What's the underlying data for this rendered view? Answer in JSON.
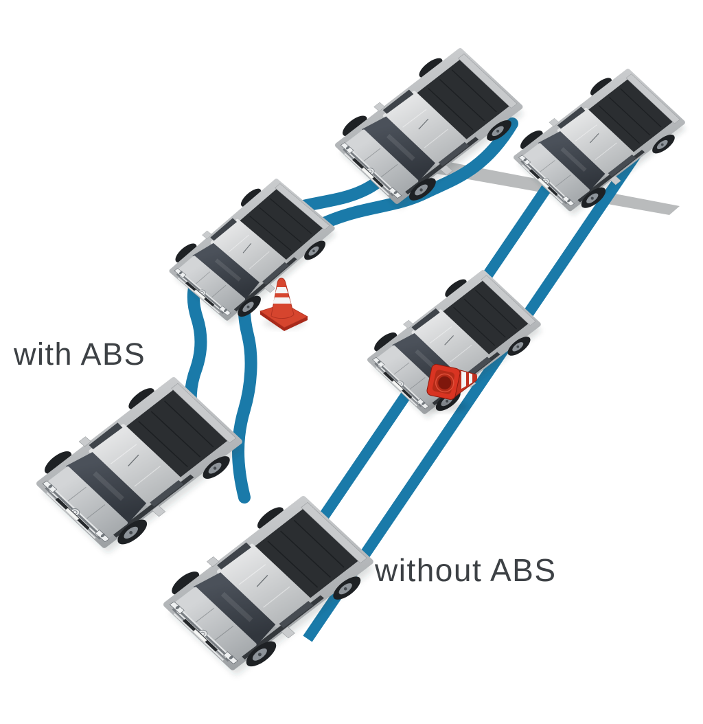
{
  "page": {
    "background": "#ffffff"
  },
  "diagram": {
    "type": "illustration",
    "labels": {
      "with_abs": "with ABS",
      "without_abs": "without ABS"
    },
    "colors": {
      "background": "#ffffff",
      "track": "#1a7aa9",
      "road": "#b9bbbc",
      "label_text": "#3d4145",
      "cone_body": "#d6452e",
      "cone_dark": "#a8291a",
      "cone_stripe": "#f4f5f5"
    },
    "scene": {
      "trucks": [
        {
          "id": "with-abs-braking",
          "scenario": "with ABS",
          "position": "top-center"
        },
        {
          "id": "without-abs-braking",
          "scenario": "without ABS",
          "position": "top-right"
        },
        {
          "id": "with-abs-steering",
          "scenario": "with ABS",
          "position": "middle-left"
        },
        {
          "id": "without-abs-hits-cone",
          "scenario": "without ABS",
          "position": "middle-right"
        },
        {
          "id": "with-abs-stopped",
          "scenario": "with ABS",
          "position": "bottom-left"
        },
        {
          "id": "without-abs-skidding",
          "scenario": "without ABS",
          "position": "bottom-center"
        }
      ],
      "obstacles": [
        {
          "id": "traffic-cone-standing",
          "state": "upright"
        },
        {
          "id": "traffic-cone-knocked",
          "state": "knocked over"
        }
      ],
      "tracks": [
        {
          "id": "with-abs-track",
          "shape": "s-curve around cone"
        },
        {
          "id": "without-abs-track",
          "shape": "straight skid lines"
        }
      ]
    }
  }
}
